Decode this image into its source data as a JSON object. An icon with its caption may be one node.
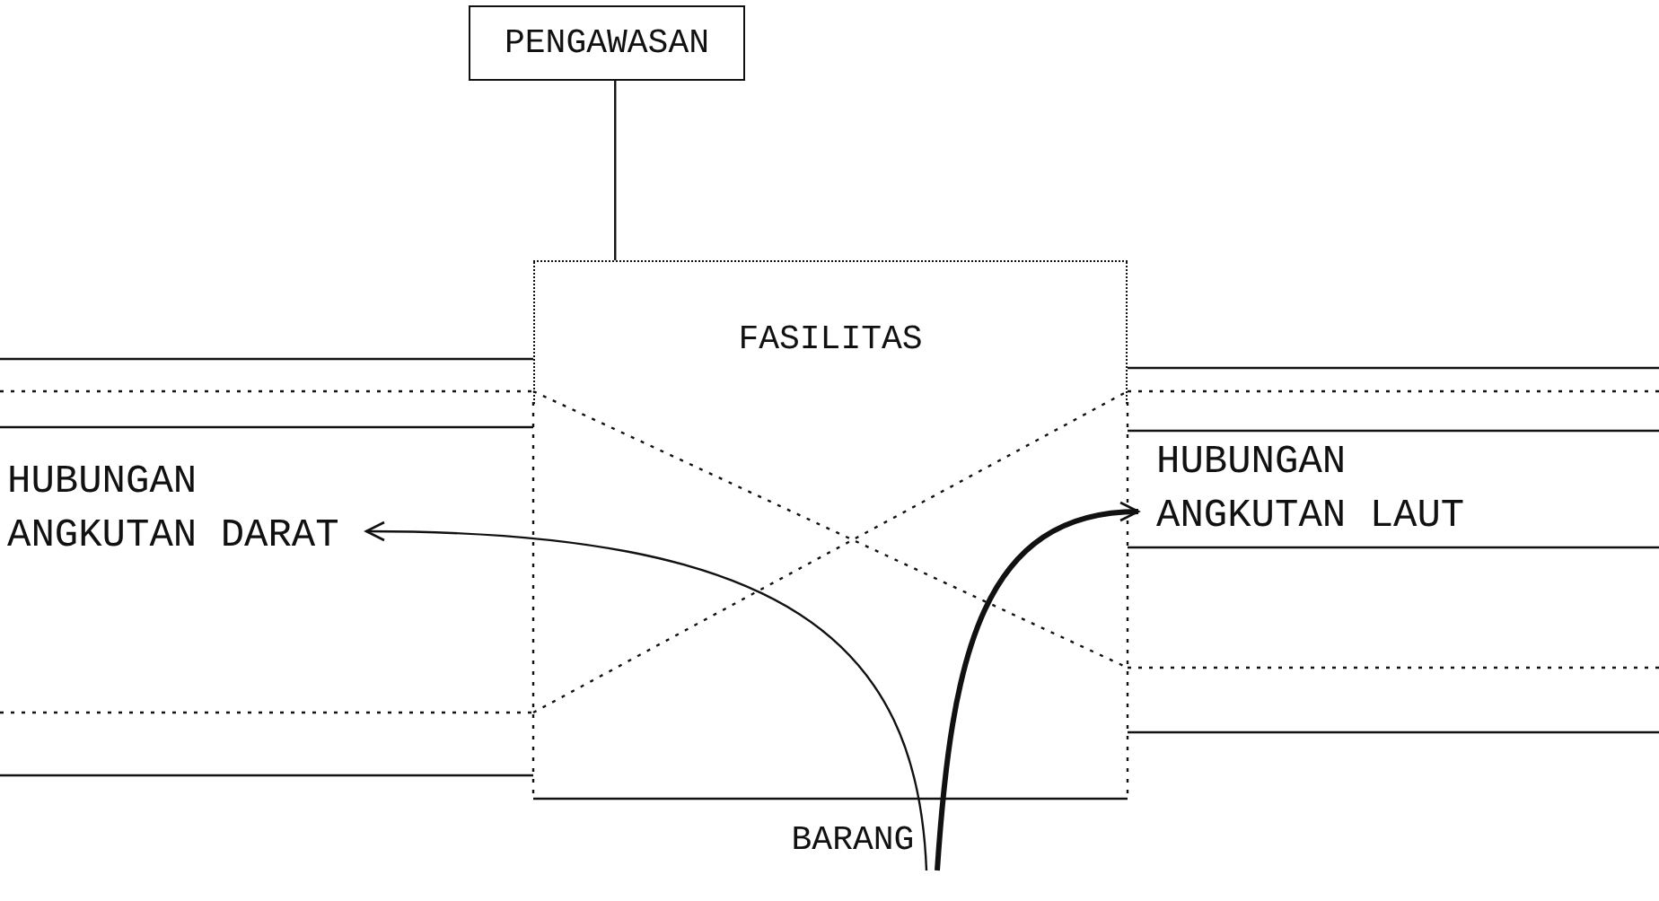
{
  "diagram": {
    "nodes": [
      {
        "text": [
          "PENGAWASAN"
        ]
      },
      {
        "text": [
          "FASILITAS"
        ]
      },
      {
        "text": [
          "HUBUNGAN ANGKUTAN DARAT"
        ]
      },
      {
        "text": [
          "HUBUNGAN ANGKUTAN LAUT"
        ]
      },
      {
        "text": [
          "BARANG"
        ]
      }
    ],
    "edges": [
      {
        "from": 0,
        "to": 1,
        "arrow": "none"
      },
      {
        "from": 4,
        "to": 2,
        "arrow": "to"
      },
      {
        "from": 4,
        "to": 3,
        "arrow": "to",
        "style": "thick"
      }
    ]
  }
}
